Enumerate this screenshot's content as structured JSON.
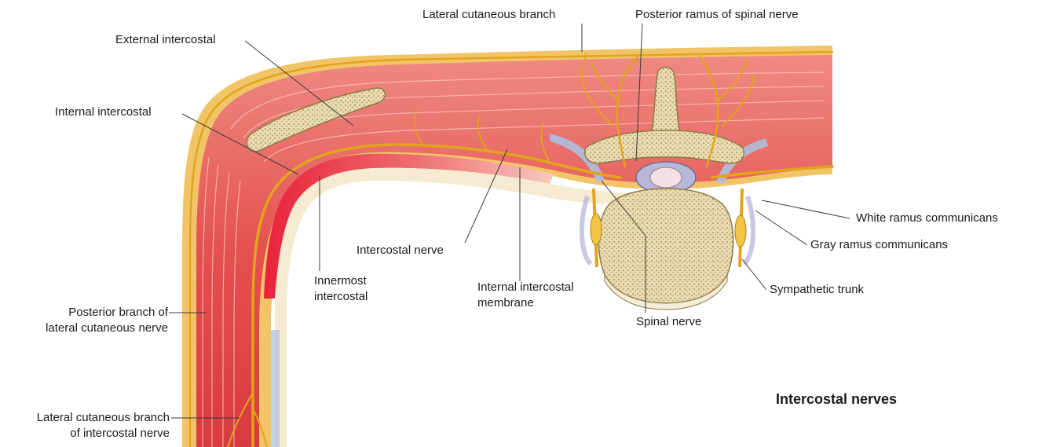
{
  "figure": {
    "title": "Intercostal nerves",
    "colors": {
      "muscle": "#e4514f",
      "muscle_light": "#f19a8e",
      "muscle_dark": "#c9262f",
      "fat": "#f6d27a",
      "nerve": "#e2a41c",
      "bone": "#f1ead2",
      "bone_spongy": "#cbbd92",
      "pleura": "#f6e8c8",
      "membrane_blue": "#aebfe0",
      "leader": "#3a3a3a"
    }
  },
  "labels": {
    "lateral_cutaneous_branch": "Lateral cutaneous branch",
    "posterior_ramus": "Posterior ramus of spinal nerve",
    "external_intercostal": "External intercostal",
    "internal_intercostal": "Internal intercostal",
    "white_ramus": "White ramus communicans",
    "gray_ramus": "Gray ramus communicans",
    "intercostal_nerve": "Intercostal nerve",
    "innermost_intercostal_1": "Innermost",
    "innermost_intercostal_2": "intercostal",
    "internal_intercostal_membrane_1": "Internal intercostal",
    "internal_intercostal_membrane_2": "membrane",
    "sympathetic_trunk": "Sympathetic trunk",
    "spinal_nerve": "Spinal nerve",
    "posterior_branch_1": "Posterior branch of",
    "posterior_branch_2": "lateral cutaneous nerve",
    "lateral_cutaneous_intercostal_1": "Lateral cutaneous branch",
    "lateral_cutaneous_intercostal_2": "of intercostal nerve"
  }
}
